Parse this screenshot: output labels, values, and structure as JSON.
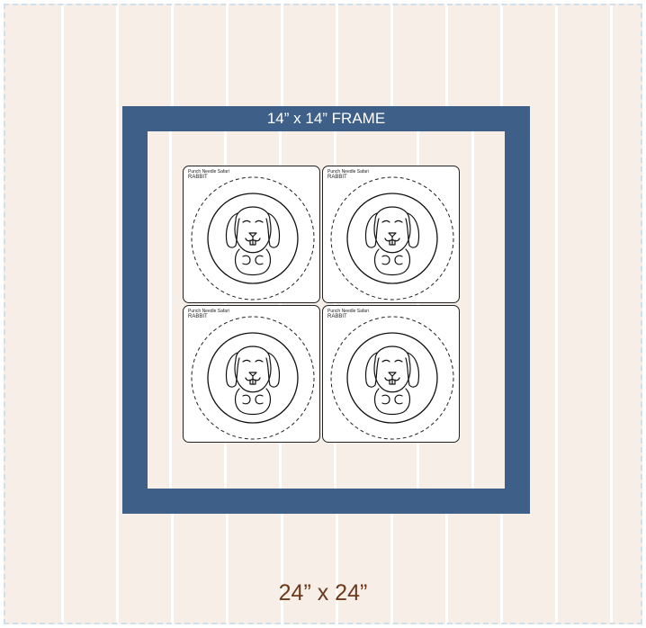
{
  "frame_label": "14” x 14” FRAME",
  "size_label": "24” x 24”",
  "cards": [
    {
      "brand": "Punch Needle Safari",
      "name": "RABBIT"
    },
    {
      "brand": "Punch Needle Safari",
      "name": "RABBIT"
    },
    {
      "brand": "Punch Needle Safari",
      "name": "RABBIT"
    },
    {
      "brand": "Punch Needle Safari",
      "name": "RABBIT"
    }
  ],
  "colors": {
    "frame": "#3e5f88",
    "fabric": "#f7efe7",
    "size_text": "#6b3a1c"
  }
}
